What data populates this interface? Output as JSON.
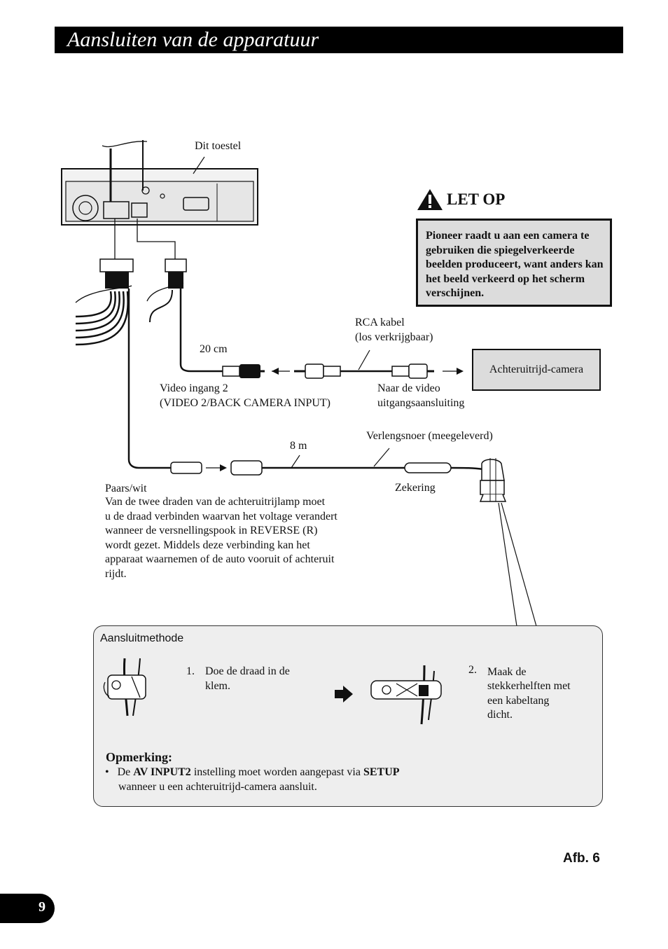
{
  "header": {
    "title": "Aansluiten van de apparatuur"
  },
  "diagram": {
    "unit_label": "Dit toestel",
    "caution": {
      "heading": "LET OP",
      "text": "Pioneer raadt u aan een camera te gebruiken die spiegelverkeerde beelden produceert, want anders kan het beeld verkeerd op het scherm verschijnen."
    },
    "rca_label_1": "RCA kabel",
    "rca_label_2": "(los verkrijgbaar)",
    "length_20": "20 cm",
    "camera_label": "Achteruitrijd-camera",
    "video_in_1": "Video ingang 2",
    "video_in_2": "(VIDEO 2/BACK CAMERA INPUT)",
    "video_out_1": "Naar de video",
    "video_out_2": "uitgangsaansluiting",
    "extension_label": "Verlengsnoer (meegeleverd)",
    "length_8": "8 m",
    "fuse_label": "Zekering",
    "wire_color": "Paars/wit",
    "wire_desc": [
      "Van de twee draden van de achteruitrijlamp moet",
      "u de draad verbinden waarvan het voltage verandert",
      "wanneer de versnellingspook in REVERSE (R)",
      "wordt gezet. Middels deze verbinding kan het",
      "apparaat waarnemen of de auto vooruit of achteruit",
      "rijdt."
    ]
  },
  "method": {
    "title": "Aansluitmethode",
    "step1_num": "1.",
    "step1_lines": [
      "Doe de draad in de",
      "klem."
    ],
    "step2_num": "2.",
    "step2_lines": [
      "Maak de",
      "stekkerhelften met",
      "een kabeltang",
      "dicht."
    ]
  },
  "note": {
    "title": "Opmerking:",
    "bullet": "•",
    "pre": "De ",
    "bold1": "AV INPUT2",
    "mid": " instelling moet worden aangepast via ",
    "bold2": "SETUP",
    "line2": "wanneer u een achteruitrijd-camera aansluit."
  },
  "figure_label": "Afb. 6",
  "page_number": "9"
}
